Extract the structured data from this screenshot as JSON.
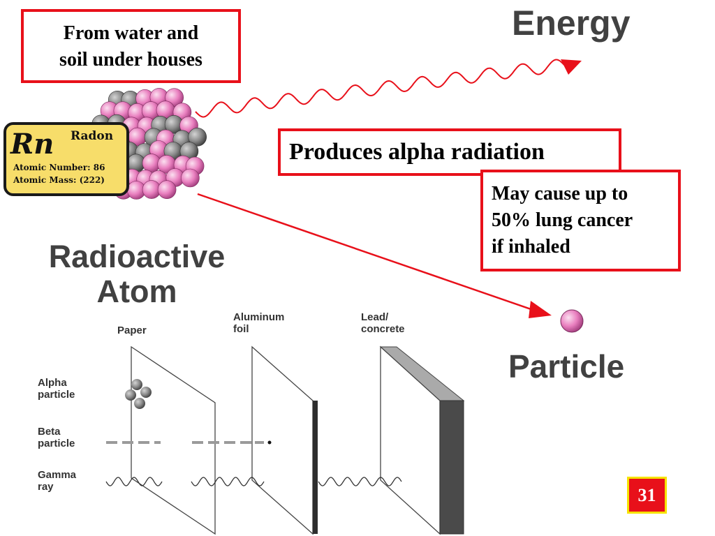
{
  "callouts": {
    "source": {
      "line1": "From water and",
      "line2": "soil under houses"
    },
    "alpha": "Produces alpha radiation",
    "cancer": {
      "line1": "May cause up to",
      "line2": "50% lung cancer",
      "line3": "if inhaled"
    }
  },
  "diagram": {
    "energy_label": "Energy",
    "particle_label": "Particle",
    "atom_label": {
      "line1": "Radioactive",
      "line2": "Atom"
    },
    "barriers": {
      "paper": "Paper",
      "foil": {
        "line1": "Aluminum",
        "line2": "foil"
      },
      "lead": {
        "line1": "Lead/",
        "line2": "concrete"
      }
    },
    "radiation_types": {
      "alpha": {
        "line1": "Alpha",
        "line2": "particle"
      },
      "beta": {
        "line1": "Beta",
        "line2": "particle"
      },
      "gamma": {
        "line1": "Gamma",
        "line2": "ray"
      }
    }
  },
  "element_card": {
    "symbol": "Rn",
    "name": "Radon",
    "atomic_number": "Atomic Number: 86",
    "atomic_mass": "Atomic Mass: (222)"
  },
  "page_number": "31",
  "colors": {
    "callout_border": "#e8101a",
    "arrow": "#e8101a",
    "proton": "#e97fbf",
    "neutron": "#8a8a8a",
    "card_fill": "#f7dd6a"
  }
}
